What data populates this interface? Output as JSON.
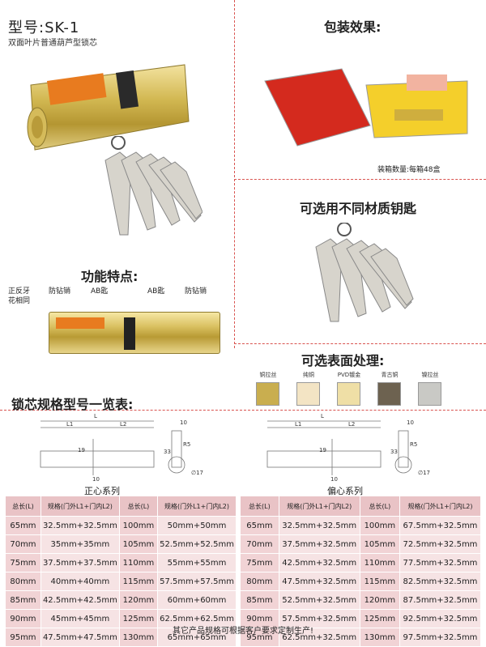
{
  "header": {
    "model": "型号:SK-1",
    "subtitle": "双面叶片普通葫芦型锁芯"
  },
  "packaging": {
    "title": "包装效果:",
    "count": "装箱数量:每箱48盒"
  },
  "keys_material": {
    "title": "可选用不同材质钥匙"
  },
  "features": {
    "title": "功能特点:",
    "labels": [
      "正反牙",
      "花相同",
      "防钻销",
      "AB匙",
      "AB匙",
      "防钻销"
    ]
  },
  "surface": {
    "title": "可选表面处理:",
    "swatches": [
      {
        "label": "铜拉丝",
        "color": "#c9ae4f"
      },
      {
        "label": "纯铜",
        "color": "#f3e4c4"
      },
      {
        "label": "PVD镀金",
        "color": "#efdfa6"
      },
      {
        "label": "青古铜",
        "color": "#6d6250"
      },
      {
        "label": "镍拉丝",
        "color": "#c9c9c5"
      }
    ]
  },
  "spec_title": "锁芯规格型号一览表:",
  "diagrams": {
    "labels": {
      "L": "L",
      "L1": "L1",
      "L2": "L2",
      "h19": "19",
      "h33": "33",
      "w10": "10",
      "r5": "R5",
      "d17": "∅17",
      "b10": "10"
    },
    "left_caption": "正心系列",
    "right_caption": "偏心系列"
  },
  "table_headers": [
    "总长(L)",
    "规格(门外L1+门内L2)",
    "总长(L)",
    "规格(门外L1+门内L2)"
  ],
  "left_table": [
    [
      "65mm",
      "32.5mm+32.5mm",
      "100mm",
      "50mm+50mm"
    ],
    [
      "70mm",
      "35mm+35mm",
      "105mm",
      "52.5mm+52.5mm"
    ],
    [
      "75mm",
      "37.5mm+37.5mm",
      "110mm",
      "55mm+55mm"
    ],
    [
      "80mm",
      "40mm+40mm",
      "115mm",
      "57.5mm+57.5mm"
    ],
    [
      "85mm",
      "42.5mm+42.5mm",
      "120mm",
      "60mm+60mm"
    ],
    [
      "90mm",
      "45mm+45mm",
      "125mm",
      "62.5mm+62.5mm"
    ],
    [
      "95mm",
      "47.5mm+47.5mm",
      "130mm",
      "65mm+65mm"
    ]
  ],
  "right_table": [
    [
      "65mm",
      "32.5mm+32.5mm",
      "100mm",
      "67.5mm+32.5mm"
    ],
    [
      "70mm",
      "37.5mm+32.5mm",
      "105mm",
      "72.5mm+32.5mm"
    ],
    [
      "75mm",
      "42.5mm+32.5mm",
      "110mm",
      "77.5mm+32.5mm"
    ],
    [
      "80mm",
      "47.5mm+32.5mm",
      "115mm",
      "82.5mm+32.5mm"
    ],
    [
      "85mm",
      "52.5mm+32.5mm",
      "120mm",
      "87.5mm+32.5mm"
    ],
    [
      "90mm",
      "57.5mm+32.5mm",
      "125mm",
      "92.5mm+32.5mm"
    ],
    [
      "95mm",
      "62.5mm+32.5mm",
      "130mm",
      "97.5mm+32.5mm"
    ]
  ],
  "footer": "其它产品规格可根据客户要求定制生产!"
}
